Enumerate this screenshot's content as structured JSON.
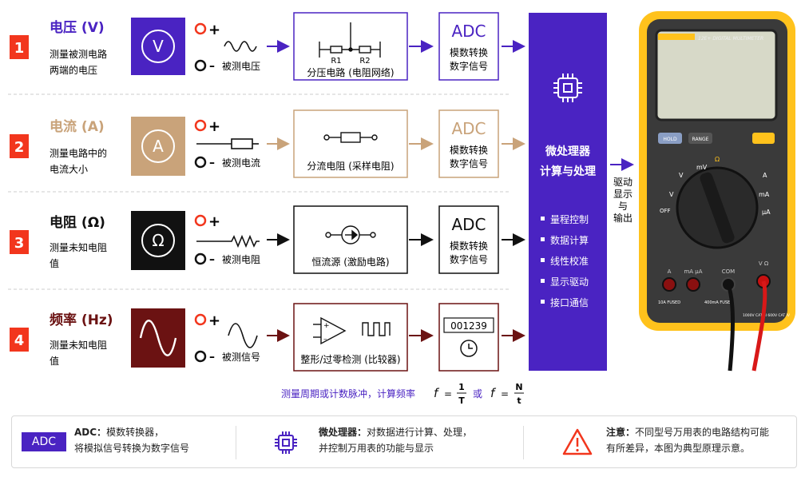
{
  "rows": [
    {
      "num": "1",
      "title": "电压 (V)",
      "desc1": "测量被测电路",
      "desc2": "两端的电压",
      "sym": "V",
      "sig": "被测电压",
      "block": "分压电路 (电阻网络)",
      "r1": "R1",
      "r2": "R2",
      "adc": "ADC",
      "adc1": "模数转换",
      "adc2": "数字信号"
    },
    {
      "num": "2",
      "title": "电流 (A)",
      "desc1": "测量电路中的",
      "desc2": "电流大小",
      "sym": "A",
      "sig": "被测电流",
      "block": "分流电阻 (采样电阻)",
      "adc": "ADC",
      "adc1": "模数转换",
      "adc2": "数字信号"
    },
    {
      "num": "3",
      "title": "电阻 (Ω)",
      "desc1": "测量未知电阻",
      "desc2": "值",
      "sym": "Ω",
      "sig": "被测电阻",
      "block": "恒流源 (激励电路)",
      "adc": "ADC",
      "adc1": "模数转换",
      "adc2": "数字信号"
    },
    {
      "num": "4",
      "title": "频率 (Hz)",
      "desc1": "测量未知电阻",
      "desc2": "值",
      "sym": "~",
      "sig": "被测信号",
      "block": "整形/过零检测 (比较器)",
      "counter": "001239"
    }
  ],
  "plus": "+",
  "minus": "–",
  "freq_note": "测量周期或计数脉冲，计算频率",
  "formula": {
    "f": "f",
    "eq": "=",
    "one": "1",
    "T": "T",
    "or": "或",
    "N": "N",
    "t": "t"
  },
  "cpu": {
    "title1": "微处理器",
    "title2": "计算与处理",
    "items": [
      "量程控制",
      "数据计算",
      "线性校准",
      "显示驱动",
      "接口通信"
    ]
  },
  "drive": [
    "驱动",
    "显示",
    "与",
    "输出"
  ],
  "meter": {
    "brand": "12E+ DIGITAL MULTIMETER",
    "hold": "HOLD",
    "range": "RANGE",
    "off": "OFF",
    "dial": [
      "mV",
      "V",
      "Ω",
      "A",
      "mA",
      "μA",
      "V"
    ],
    "jacks": [
      "A",
      "mA μA",
      "COM",
      "V Ω"
    ],
    "fuse1": "10A FUSED",
    "fuse2": "400mA FUSED",
    "cat": "1000V CAT III 600V CAT IV"
  },
  "legend": [
    {
      "badge": "ADC",
      "bold": "ADC：",
      "text1": "模数转换器，",
      "text2": "将模拟信号转换为数字信号"
    },
    {
      "bold": "微处理器：",
      "text1": "对数据进行计算、处理，",
      "text2": "并控制万用表的功能与显示"
    },
    {
      "bold": "注意：",
      "text1": "不同型号万用表的电路结构可能",
      "text2": "有所差异，本图为典型原理示意。"
    }
  ],
  "colors": {
    "purple": "#4a23c2",
    "tan": "#c9a37a",
    "black": "#111111",
    "maroon": "#6b1212",
    "red": "#f2361d",
    "yellow": "#ffc21c"
  }
}
